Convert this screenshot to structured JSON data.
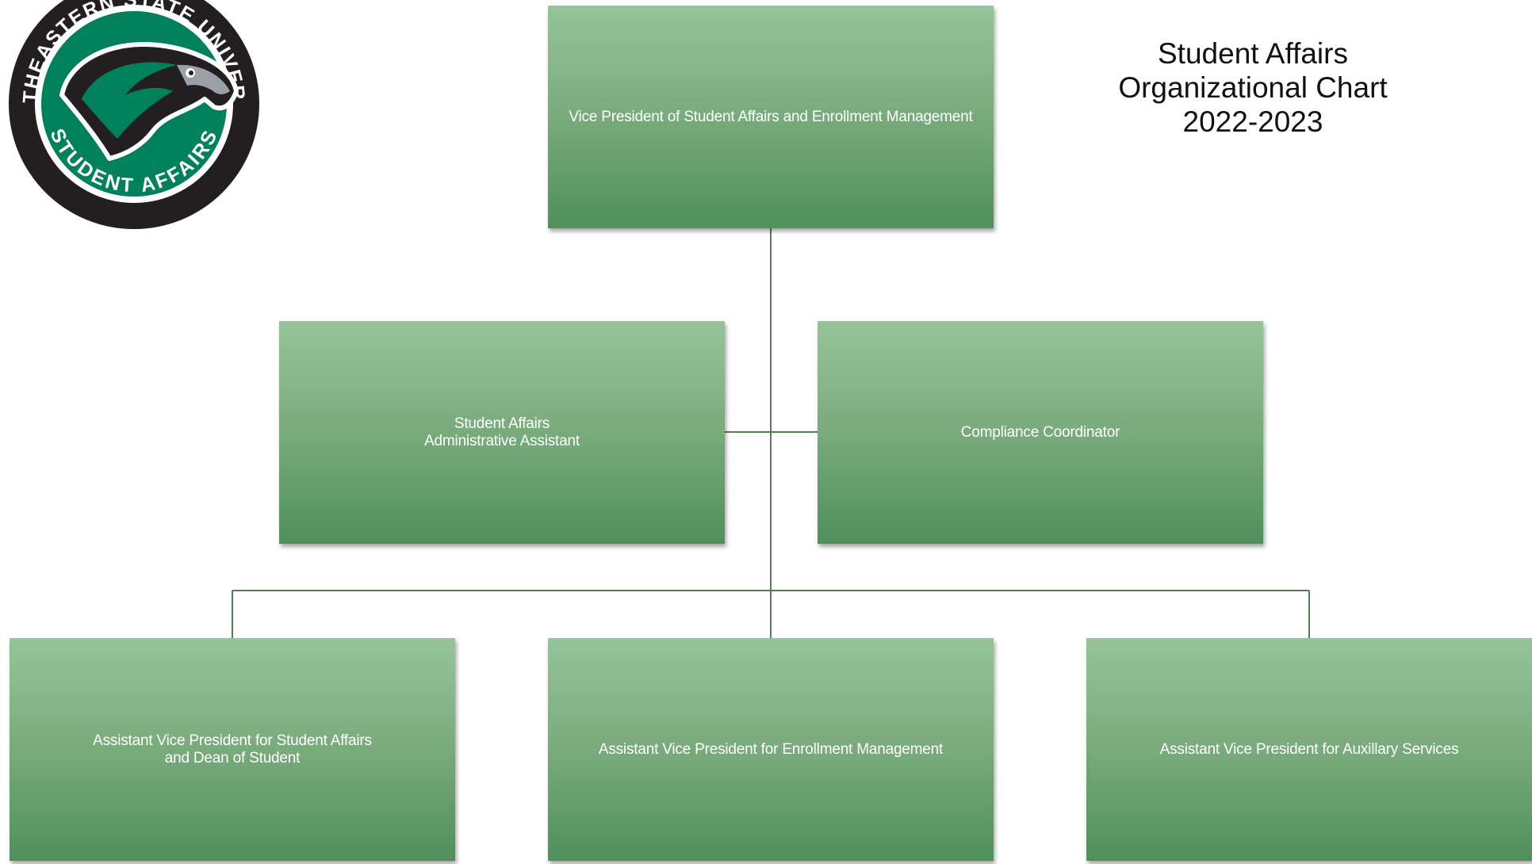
{
  "logo": {
    "ring_text_top": "NORTHEASTERN STATE UNIVERSITY",
    "ring_text_bottom": "STUDENT AFFAIRS",
    "icon": "riverhawk-mascot-icon",
    "colors": {
      "ring": "#231f20",
      "inner": "#00815b",
      "text": "#ffffff"
    }
  },
  "title": {
    "line1": "Student Affairs",
    "line2": "Organizational Chart",
    "line3": "2022-2023"
  },
  "org": {
    "vp": "Vice President of Student Affairs and Enrollment Management",
    "admin_assistant": "Student Affairs\nAdministrative Assistant",
    "compliance": "Compliance Coordinator",
    "avp_dean": "Assistant Vice President for Student Affairs\nand Dean of Student",
    "avp_enrollment": "Assistant Vice President for Enrollment Management",
    "avp_auxiliary": "Assistant Vice President for Auxillary Services"
  },
  "colors": {
    "box_top": "#96c49a",
    "box_bottom": "#50905a",
    "connector": "#4e7f58",
    "box_text": "#ffffff"
  }
}
